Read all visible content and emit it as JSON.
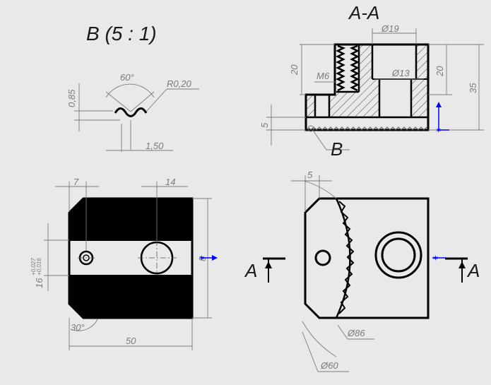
{
  "views": {
    "detail_title": "B (5 : 1)",
    "section_title": "A-A",
    "detail_label": "B",
    "section_arrow_left": "A",
    "section_arrow_right": "A"
  },
  "dimensions": {
    "detail_angle": "60°",
    "detail_radius": "R0,20",
    "detail_height": "0,85",
    "detail_pitch": "1,50",
    "section_dia_top": "Ø19",
    "section_dia_inner": "Ø13",
    "section_thread": "M6",
    "section_left_20": "20",
    "section_right_20": "20",
    "section_total_35": "35",
    "section_base_5": "5",
    "front_7": "7",
    "front_14": "14",
    "front_50": "50",
    "front_16": "16",
    "front_tol_plus": "+0,027",
    "front_tol_minus": "+0,016",
    "front_30": "30°",
    "front_8": "8",
    "side_5": "5",
    "side_dia_86": "Ø86",
    "side_dia_60": "Ø60"
  },
  "colors": {
    "background": "#e9e9e9",
    "line": "#000000",
    "dimension": "#7a7a7a",
    "axis_accent": "#0000ff"
  }
}
